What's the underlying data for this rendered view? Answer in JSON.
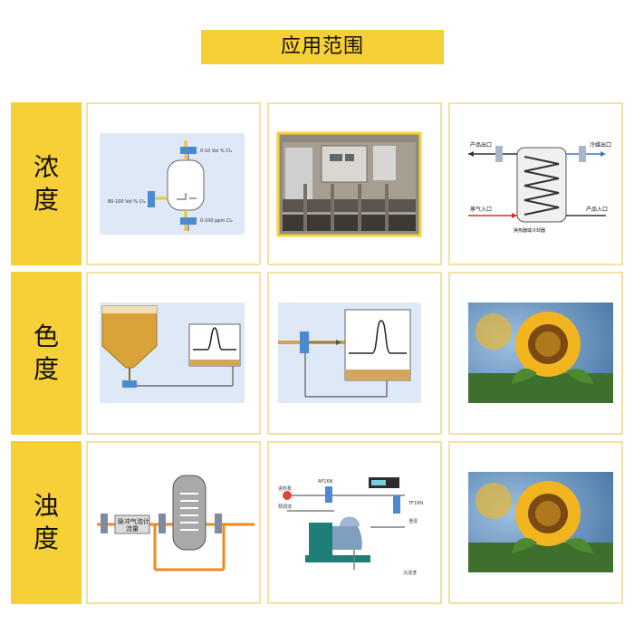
{
  "title": "应用范围",
  "rows": [
    {
      "label_top": "浓",
      "label_bottom": "度"
    },
    {
      "label_top": "色",
      "label_bottom": "度"
    },
    {
      "label_top": "浊",
      "label_bottom": "度"
    }
  ],
  "diagram_labels": {
    "r1c1": {
      "in_left": "80-100 Vol % Cl₂",
      "top_right": "0-10 Vol % Cl₂",
      "bottom_right": "0-100 ppm Cl₂"
    },
    "r1c3": {
      "top_left": "产品出口",
      "top_right": "冷媒出口",
      "mid_left": "蒸气入口",
      "mid_right": "产品入口",
      "bottom": "换热器或冷却器"
    },
    "r3c1": {
      "box_line1": "脉冲气泡计",
      "box_line2": "流量"
    },
    "r3c2": {
      "top_left": "进料泵",
      "top_mid": "AF16N",
      "left_mid": "预调流",
      "right_label": "TF16N",
      "right_sub": "澄清",
      "bottom_right": "沉淀渣"
    }
  },
  "colors": {
    "accent": "#f7cf36",
    "cell_border": "#f3e0a3",
    "diagram_bg": "#dfe8f6",
    "pipe_orange": "#ee8a1b"
  }
}
